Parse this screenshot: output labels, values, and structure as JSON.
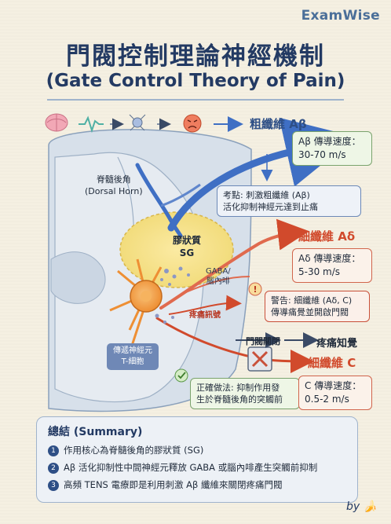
{
  "brand": "ExamWise",
  "title": "門閥控制理論神經機制",
  "subtitle": "(Gate Control Theory of Pain)",
  "labels": {
    "abeta_fiber": "粗纖維 Aβ",
    "adelta_fiber": "細纖維 Aδ",
    "c_fiber": "細纖維 C",
    "dorsal_horn_zh": "脊髓後角",
    "dorsal_horn_en": "(Dorsal Horn)",
    "sg_line1": "膠狀質",
    "sg_line2": "SG",
    "gaba_line1": "GABA/",
    "gaba_line2": "腦內啡",
    "pain_signal": "疼痛訊號",
    "t_cell_line1": "傳遞神經元",
    "t_cell_line2": "T-細胞",
    "gate_closed": "門閥關閉",
    "pain_perception": "疼痛知覺"
  },
  "boxes": {
    "abeta_speed": [
      "Aβ 傳導速度：",
      "30-70 m/s"
    ],
    "key_point": [
      "考點: 刺激粗纖維 (Aβ)",
      "活化抑制神經元達到止痛"
    ],
    "adelta_speed": [
      "Aδ 傳導速度：",
      "5-30 m/s"
    ],
    "warning": [
      "警告: 細纖維 (Aδ, C)",
      "傳導痛覺並開啟門閥"
    ],
    "correct": [
      "正確做法: 抑制作用發",
      "生於脊髓後角的突觸前"
    ],
    "c_speed": [
      "C 傳導速度：",
      "0.5-2 m/s"
    ]
  },
  "summary": {
    "title": "總結 (Summary)",
    "items": [
      "作用核心為脊髓後角的膠狀質 (SG)",
      "Aβ 活化抑制性中間神經元釋放 GABA 或腦內啡產生突觸前抑制",
      "高頻 TENS 電療即是利用刺激 Aβ 纖維來關閉疼痛門閥"
    ]
  },
  "byline": "by 🍌",
  "colors": {
    "title": "#233a63",
    "abeta_blue": "#3f6fc4",
    "pain_red": "#d14a2c",
    "sg_yellow": "#f2dc7c",
    "neuron_orange": "#f09a3e",
    "tissue_blue": "#c9d6e6"
  }
}
